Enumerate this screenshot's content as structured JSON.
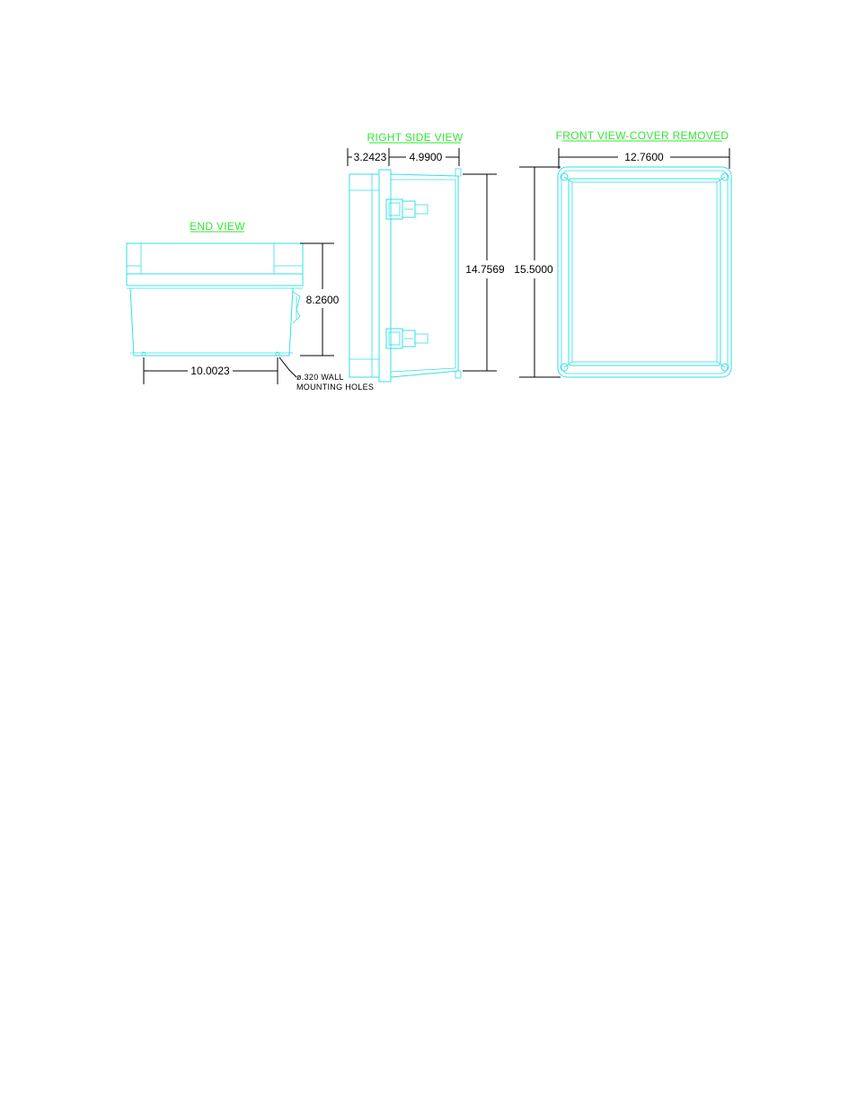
{
  "views": {
    "end": {
      "title": "END VIEW"
    },
    "right_side": {
      "title": "RIGHT SIDE VIEW"
    },
    "front": {
      "title": "FRONT VIEW-COVER REMOVED"
    }
  },
  "dimensions": {
    "end_height": "8.2600",
    "end_width": "10.0023",
    "side_depth_a": "3.2423",
    "side_depth_b": "4.9900",
    "side_height": "14.7569",
    "front_height": "15.5000",
    "front_width": "12.7600"
  },
  "notes": {
    "hole_line1": "ø.320 WALL",
    "hole_line2": "MOUNTING HOLES"
  },
  "colors": {
    "geometry": "#33e0e6",
    "titles": "#33e633",
    "dimensions": "#000000"
  }
}
